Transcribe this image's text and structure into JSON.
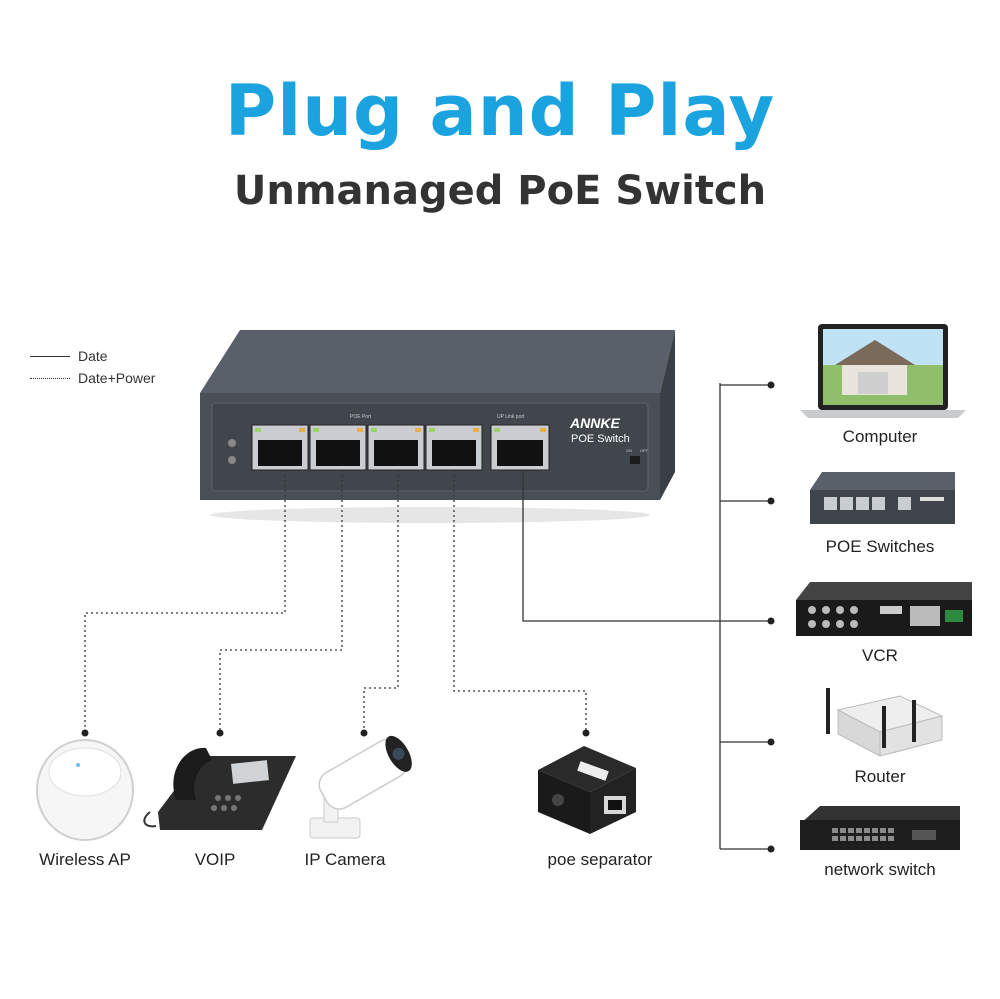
{
  "header": {
    "title": "Plug and Play",
    "subtitle": "Unmanaged PoE Switch"
  },
  "legend": {
    "data_label": "Date",
    "data_power_label": "Date+Power"
  },
  "switch": {
    "brand": "ANNKE",
    "model": "POE Switch",
    "poe_port_label": "POE Port",
    "uplink_port_label": "UP Link port",
    "on_label": "ON",
    "off_label": "OFF"
  },
  "poe_devices": [
    {
      "label": "Wireless AP",
      "icon": "wireless-ap-icon"
    },
    {
      "label": "VOIP",
      "icon": "voip-phone-icon"
    },
    {
      "label": "IP Camera",
      "icon": "ip-camera-icon"
    },
    {
      "label": "poe separator",
      "icon": "poe-separator-icon"
    }
  ],
  "uplink_devices": [
    {
      "label": "Computer",
      "icon": "laptop-icon"
    },
    {
      "label": "POE Switches",
      "icon": "poe-switch-icon"
    },
    {
      "label": "VCR",
      "icon": "vcr-icon"
    },
    {
      "label": "Router",
      "icon": "router-icon"
    },
    {
      "label": "network switch",
      "icon": "network-switch-icon"
    }
  ],
  "colors": {
    "title": "#1aa3de",
    "subtitle": "#333333",
    "switch_body": "#4a4f57",
    "line": "#333333"
  }
}
